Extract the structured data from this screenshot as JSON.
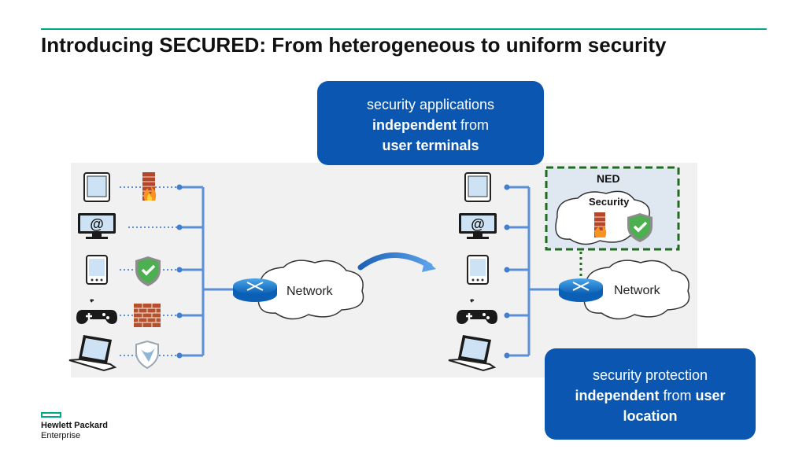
{
  "title": "Introducing SECURED: From heterogeneous to uniform security",
  "callout_top": {
    "line1": "security applications",
    "line2_bold": "independent",
    "line2_rest": " from",
    "line3_bold": "user terminals"
  },
  "callout_bottom": {
    "line1": "security protection",
    "line2_bold": "independent",
    "line2_rest": " from ",
    "line2_bold2": "user",
    "line3_bold": "location"
  },
  "left_network_label": "Network",
  "right_network_label": "Network",
  "ned_label": "NED",
  "security_label": "Security",
  "logo": {
    "line1": "Hewlett Packard",
    "line2": "Enterprise"
  },
  "colors": {
    "accent": "#01a982",
    "callout": "#0a56b0",
    "line": "#5b8fd6"
  }
}
